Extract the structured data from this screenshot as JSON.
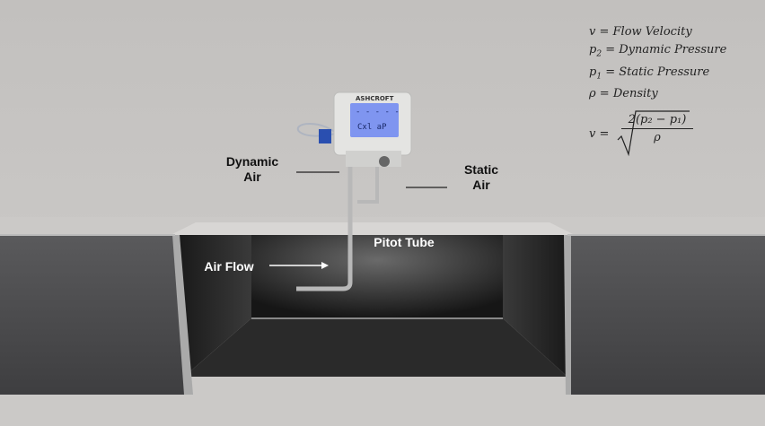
{
  "legend": [
    {
      "symbol": "v",
      "sub": "",
      "meaning": "Flow Velocity"
    },
    {
      "symbol": "p",
      "sub": "2",
      "meaning": "Dynamic Pressure"
    },
    {
      "symbol": "p",
      "sub": "1",
      "meaning": "Static Pressure"
    },
    {
      "symbol": "ρ",
      "sub": "",
      "meaning": "Density"
    }
  ],
  "formula": {
    "lhs": "v =",
    "numerator": "2(p₂ − p₁)",
    "denominator": "ρ"
  },
  "labels": {
    "dynamic_air_1": "Dynamic",
    "dynamic_air_2": "Air",
    "static_air_1": "Static",
    "static_air_2": "Air",
    "pitot_tube": "Pitot Tube",
    "air_flow": "Air Flow"
  },
  "device": {
    "brand": "ASHCROFT",
    "screen_line1": "- - - - -",
    "screen_line2": "Cxl  aP",
    "screen_color": "#7f95f0"
  }
}
